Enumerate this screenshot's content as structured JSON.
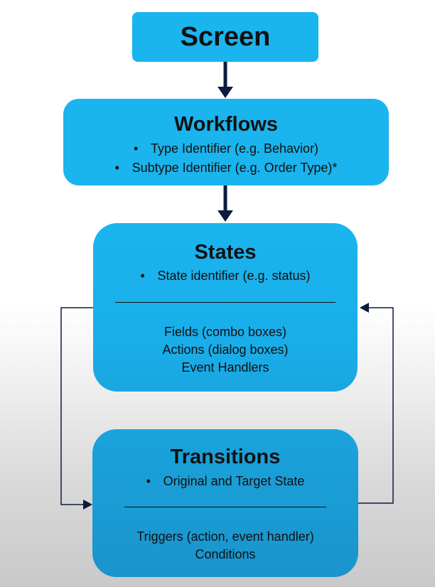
{
  "screen": {
    "title": "Screen"
  },
  "workflows": {
    "title": "Workflows",
    "bullets": [
      "Type Identifier (e.g. Behavior)",
      "Subtype Identifier (e.g. Order Type)*"
    ]
  },
  "states": {
    "title": "States",
    "bullets": [
      "State identifier (e.g. status)"
    ],
    "items": [
      "Fields (combo boxes)",
      "Actions (dialog boxes)",
      "Event Handlers"
    ]
  },
  "transitions": {
    "title": "Transitions",
    "bullets": [
      "Original and Target State"
    ],
    "items": [
      "Triggers (action, event handler)",
      "Conditions"
    ]
  },
  "colors": {
    "box_fill": "#1ab4ee",
    "box_fill_bottom": "#1a94cc",
    "arrow": "#0d1b3e",
    "text": "#111111"
  }
}
